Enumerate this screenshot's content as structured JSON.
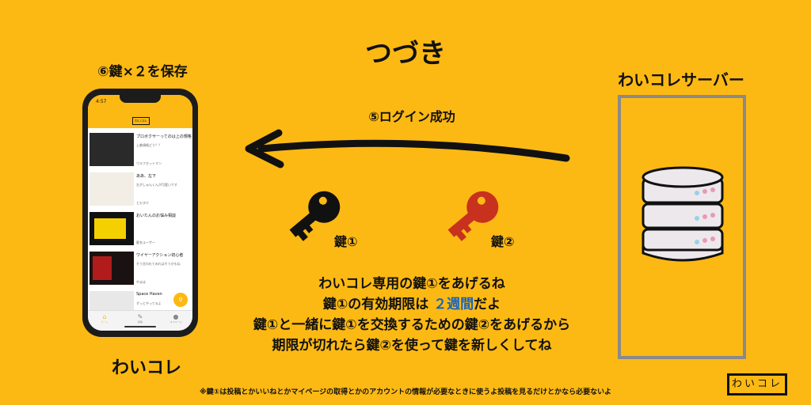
{
  "title": "つづき",
  "save_caption": "⑥鍵×２を保存",
  "server": {
    "label": "わいコレサーバー"
  },
  "login_caption": "⑤ログイン成功",
  "keys": [
    {
      "label": "鍵①",
      "color": "#111111"
    },
    {
      "label": "鍵②",
      "color": "#C8311E"
    }
  ],
  "app_label": "わいコレ",
  "explanation": {
    "line1": "わいコレ専用の鍵①をあげるね",
    "line2_pre": "鍵①の有効期限は ",
    "line2_highlight": "２週間",
    "line2_post": "だよ",
    "line3": "鍵①と一緒に鍵①を交換するための鍵②をあげるから",
    "line4": "期限が切れたら鍵②を使って鍵を新しくしてね"
  },
  "footnote": "※鍵①は投稿とかいいねとかマイページの取得とかのアカウントの情報が必要なときに使うよ投稿を見るだけとかなら必要ないよ",
  "logo": "わいコレ",
  "phone": {
    "time": "4:57",
    "header_logo": "わいコレ",
    "items": [
      {
        "title": "プロボクサーってのは上の規格…",
        "sub": "上着規格どう？？",
        "author": "ウルフセットマン"
      },
      {
        "title": "ああ、左下",
        "sub": "左がしゅんくんが可愛いです",
        "author": "ともすけ"
      },
      {
        "title": "おいたんのお悩み相談",
        "sub": "",
        "author": "匿名ユーザー"
      },
      {
        "title": "ワイヤーアクション初心者",
        "sub": "そう言われてみればそうかもね",
        "author": "やまは"
      },
      {
        "title": "Space Haven",
        "sub": "ずっとやってるよ",
        "author": ""
      }
    ],
    "tabs": [
      "ホーム",
      "投稿",
      "マイページ"
    ],
    "colors": {
      "accent": "#FDB913"
    }
  }
}
